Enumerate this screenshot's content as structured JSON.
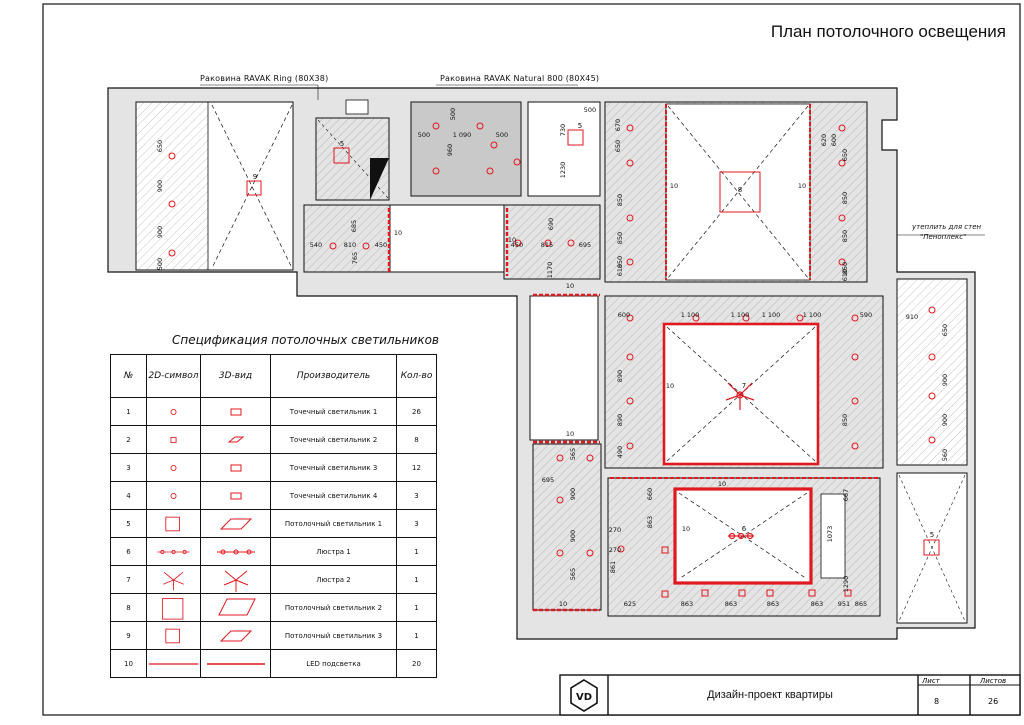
{
  "sheet_title": "План потолочного освещения",
  "sink_labels": {
    "ring": "Раковина RAVAK Ring (80X38)",
    "natural": "Раковина RAVAK Natural 800 (80X45)"
  },
  "insulation": {
    "line1": "утеплить для стен",
    "line2": "\"Пеноплекс\""
  },
  "spec": {
    "title": "Спецификация потолочных светильников",
    "headers": [
      "№",
      "2D-символ",
      "3D-вид",
      "Производитель",
      "Кол-во"
    ],
    "rows": [
      {
        "n": "1",
        "name": "Точечный светильник 1",
        "qty": "26",
        "sym": "circle"
      },
      {
        "n": "2",
        "name": "Точечный светильник 2",
        "qty": "8",
        "sym": "square-small"
      },
      {
        "n": "3",
        "name": "Точечный светильник 3",
        "qty": "12",
        "sym": "circle"
      },
      {
        "n": "4",
        "name": "Точечный светильник 4",
        "qty": "3",
        "sym": "circle"
      },
      {
        "n": "5",
        "name": "Потолочный светильник 1",
        "qty": "3",
        "sym": "square"
      },
      {
        "n": "6",
        "name": "Люстра 1",
        "qty": "1",
        "sym": "chandelier-1"
      },
      {
        "n": "7",
        "name": "Люстра 2",
        "qty": "1",
        "sym": "chandelier-2"
      },
      {
        "n": "8",
        "name": "Потолочный светильник 2",
        "qty": "1",
        "sym": "square-large"
      },
      {
        "n": "9",
        "name": "Потолочный светильник 3",
        "qty": "1",
        "sym": "square"
      },
      {
        "n": "10",
        "name": "LED подсветка",
        "qty": "20",
        "sym": "led-line"
      }
    ]
  },
  "stamp": {
    "project": "Дизайн-проект квартиры",
    "sheet_label": "Лист",
    "sheets_label": "Листов",
    "sheet_value": "8",
    "sheets_value": "26"
  },
  "dims": {
    "room1": [
      "650",
      "900",
      "900",
      "500"
    ],
    "bath_top": [
      "500",
      "1 090",
      "500",
      "960",
      "500"
    ],
    "small": [
      "730",
      "500",
      "1230"
    ],
    "corridor_left": [
      "685",
      "540",
      "810",
      "450",
      "765"
    ],
    "corridor_right": [
      "690",
      "450",
      "815",
      "695",
      "1170"
    ],
    "hall_top": [
      "600",
      "1 100",
      "1 100",
      "1 100",
      "1 100",
      "590"
    ],
    "right_room": [
      "910",
      "650",
      "900",
      "900",
      "560"
    ],
    "bottom_row": [
      "625",
      "863",
      "863",
      "863",
      "863",
      "951",
      "865"
    ],
    "misc": [
      "270",
      "270",
      "695",
      "565",
      "900",
      "900",
      "565",
      "660",
      "863",
      "861",
      "1073",
      "667",
      "1290"
    ],
    "room_left_col": [
      "670",
      "650",
      "850",
      "850",
      "850",
      "610"
    ],
    "room_right_col": [
      "620",
      "600",
      "650",
      "850",
      "850",
      "850",
      "610"
    ],
    "hall_col": [
      "890",
      "890",
      "850",
      "490"
    ],
    "led_labels": [
      "10",
      "10",
      "10",
      "10",
      "10",
      "10",
      "10",
      "10",
      "10",
      "10"
    ]
  },
  "fixture_labels": {
    "luminaire_8": "8",
    "luminaire_9": "9",
    "luminaire_5a": "5",
    "luminaire_5b": "5",
    "luminaire_5c": "5",
    "chandelier_7": "7",
    "chandelier_6": "6"
  },
  "colors": {
    "line": "#111111",
    "red": "#e0181f",
    "hatch": "#bdbdbd",
    "grey_fill": "#c9c9c9",
    "wall": "#e4e4e4"
  }
}
